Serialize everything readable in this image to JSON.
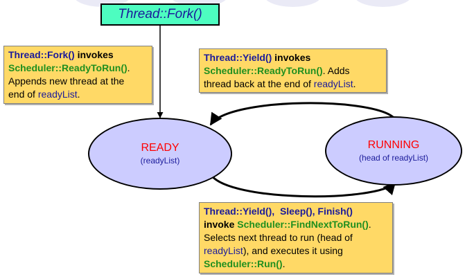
{
  "title": "Thread::Fork()",
  "note_fork": {
    "l1_a": "Thread::Fork()",
    "l1_b": "invokes",
    "l2_a": "Scheduler::ReadyToRun()",
    "l2_b": ".",
    "l3": "Appends  new thread at the",
    "l4_a": "end of ",
    "l4_b": "readyList",
    "l4_c": "."
  },
  "note_yield": {
    "l1_a": "Thread::Yield()",
    "l1_b": "invokes",
    "l2_a": "Scheduler::ReadyToRun()",
    "l2_b": ". Adds",
    "l3_a": "thread back at the end of ",
    "l3_b": "readyList",
    "l3_c": "."
  },
  "note_next": {
    "l1_a": "Thread::Yield(),",
    "l1_b": "Sleep(),",
    "l1_c": "Finish()",
    "l2_a": "invoke",
    "l2_b": "Scheduler::FindNextToRun()",
    "l2_c": ".",
    "l3": "Selects next thread to run (head of",
    "l4_a": "readyList",
    "l4_b": "), and executes it using",
    "l5_a": "Scheduler::Run()",
    "l5_b": "."
  },
  "ready": {
    "name": "READY",
    "sub": "(readyList)"
  },
  "running": {
    "name": "RUNNING",
    "sub": "(head of readyList)"
  },
  "colors": {
    "title_fill": "#4dfdc0",
    "note_fill": "#ffd966",
    "state_fill": "#ccccff",
    "state_name": "#ff0000",
    "code_blue": "#1a1a9a",
    "code_green": "#1f8f1f"
  }
}
